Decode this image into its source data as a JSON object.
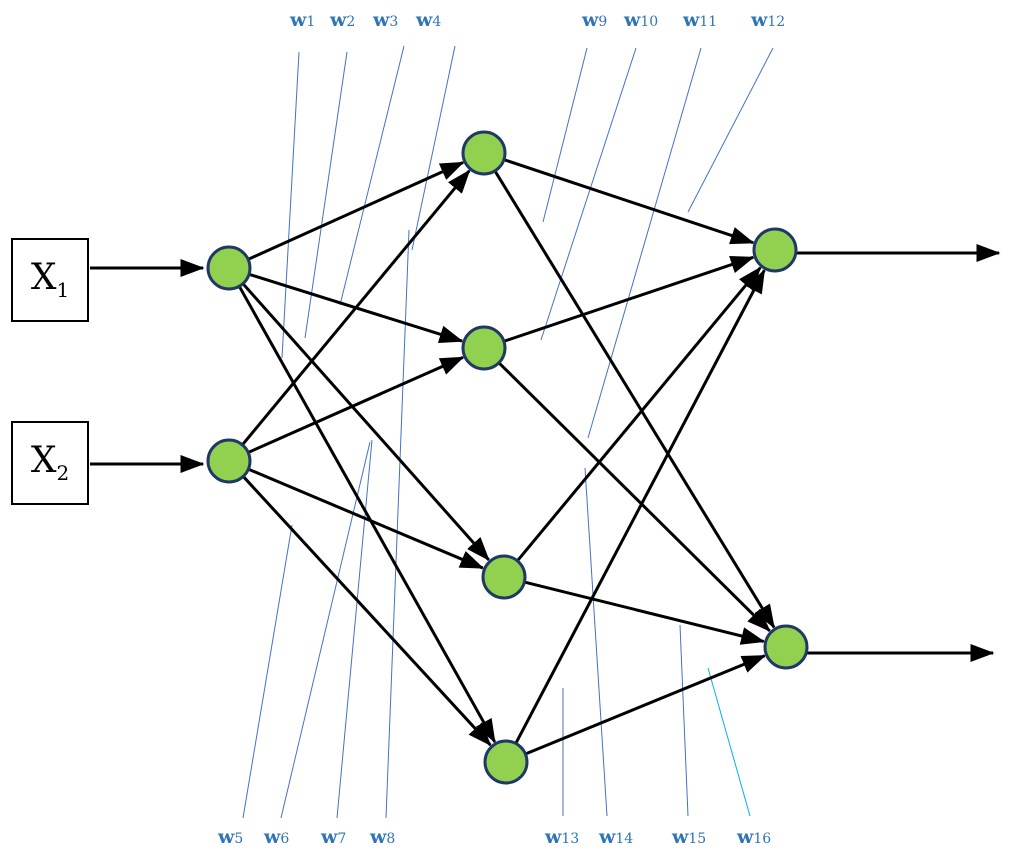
{
  "inputs": [
    {
      "letter": "X",
      "sub": "1"
    },
    {
      "letter": "X",
      "sub": "2"
    }
  ],
  "weights": [
    {
      "w": "W",
      "n": "1"
    },
    {
      "w": "W",
      "n": "2"
    },
    {
      "w": "W",
      "n": "3"
    },
    {
      "w": "W",
      "n": "4"
    },
    {
      "w": "W",
      "n": "5"
    },
    {
      "w": "W",
      "n": "6"
    },
    {
      "w": "W",
      "n": "7"
    },
    {
      "w": "W",
      "n": "8"
    },
    {
      "w": "W",
      "n": "9"
    },
    {
      "w": "W",
      "n": "10"
    },
    {
      "w": "W",
      "n": "11"
    },
    {
      "w": "W",
      "n": "12"
    },
    {
      "w": "W",
      "n": "13"
    },
    {
      "w": "W",
      "n": "14"
    },
    {
      "w": "W",
      "n": "15"
    },
    {
      "w": "W",
      "n": "16"
    }
  ],
  "colors": {
    "node_fill": "#92d050",
    "node_stroke": "#1f3864",
    "label": "#2e75b6",
    "leader": "#4472c4",
    "leader_light": "#00b0f0",
    "arrow": "#000000"
  }
}
